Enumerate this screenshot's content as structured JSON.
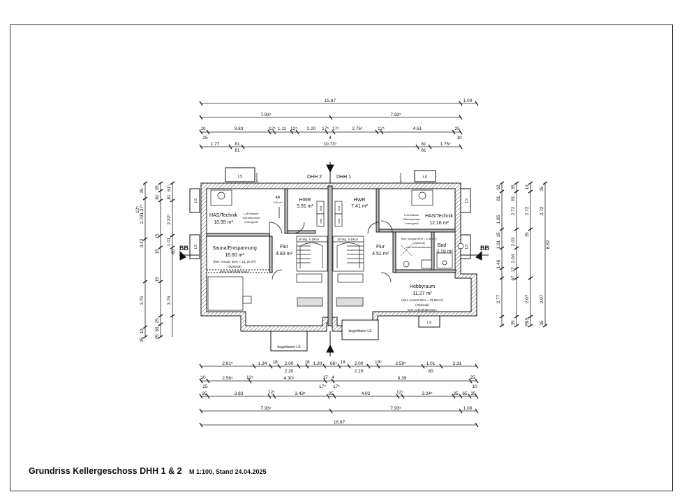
{
  "footer": {
    "title": "Grundriss Kellergeschoss DHH 1 & 2",
    "subtitle": "M 1:100, Stand 24.04.2025"
  },
  "units": {
    "dhh2": "DHH 2",
    "dhh1": "DHH 1"
  },
  "rooms": {
    "has_left": {
      "name": "HAS/Technik",
      "area": "10.35 m²",
      "device": [
        "Luft-Wasser",
        "Wärmepumpe",
        "Innengerät"
      ]
    },
    "hwr_left": {
      "name": "HWR",
      "area": "5.91 m²"
    },
    "ar": {
      "name": "AR",
      "area": "1.61 m²"
    },
    "hwr_right": {
      "name": "HWR",
      "area": "7.41 m²"
    },
    "has_right": {
      "name": "HAS/Technik",
      "area": "12.16 m²",
      "device": [
        "Luft-Wasser",
        "Wärmepumpe",
        "Innengerät"
      ]
    },
    "sauna": {
      "name": "Sauna/Entspannung",
      "area": "16.60 m²",
      "note1": "(hier: Ansatz 50% = 33, 20 m²)",
      "note2": "(Optional)",
      "note3": "kein Aufenthaltsraum"
    },
    "flur_left": {
      "name": "Flur",
      "area": "4.83 m²"
    },
    "flur_right": {
      "name": "Flur",
      "area": "4.51 m²"
    },
    "bad": {
      "name": "Bad",
      "area": "3.19 m²",
      "note1": "(hier: Ansatz 50% = 6,38 m²)",
      "note2": "(Optional)",
      "note3": "kein Aufenthaltsraum"
    },
    "hobby": {
      "name": "Hobbyraum",
      "area": "11.27 m²",
      "note1": "(hier: Ansatz 50% = 22,58 m²)",
      "note2": "(Optional)",
      "note3": "kein Aufenthaltsraum"
    }
  },
  "stairs": {
    "left": "15 Stg. à 19cm",
    "right": "15 Stg. à 19cm"
  },
  "labels": {
    "ls": "LS",
    "begehbar": "begehbarer LS",
    "bb": "BB",
    "speicher": "Speicher",
    "wm": "WM"
  },
  "dims_top": {
    "row1": [
      "15.87",
      "1.00"
    ],
    "row2": [
      "7.93⁵",
      "7.93⁵"
    ],
    "row3": [
      "10",
      "3.83",
      "12⁵",
      "1.11",
      "12⁵",
      "2.20",
      "17⁵",
      "17⁵",
      "2.75⁵",
      "12⁵",
      "4.51",
      "25"
    ],
    "row3b": [
      "25",
      "4",
      "10"
    ],
    "row4": [
      "1.77",
      "81",
      "10.73⁵",
      "81",
      "1.75⁵"
    ],
    "row4b": [
      "81",
      "81"
    ]
  },
  "dims_bottom": {
    "row1": [
      "2.91⁵",
      "1.34",
      "18",
      "2.00",
      "18",
      "1.30",
      "66⁵",
      "18",
      "2.00",
      "19⁵",
      "2.59⁵",
      "1.01",
      "2.31"
    ],
    "row1b": [
      "2.20",
      "2.20",
      "80"
    ],
    "row2": [
      "10",
      "2.56⁵",
      "12⁵",
      "4.30⁵",
      "17",
      "4",
      "8.39",
      "25"
    ],
    "row2b": [
      "25",
      "17⁵",
      "17⁵",
      "10"
    ],
    "row3": [
      "35",
      "3.83",
      "12⁵",
      "3.43⁵",
      "35",
      "4.02",
      "12⁵",
      "3.24⁵",
      "35",
      "65",
      "35"
    ],
    "row4": [
      "7.93⁵",
      "7.93⁵",
      "1.00"
    ],
    "row5": [
      "16.87"
    ]
  },
  "dims_left": {
    "outer": [
      "35",
      "1.37⁵",
      "2.79",
      "3.42",
      "3.75",
      "10",
      "35"
    ],
    "inner": [
      "35",
      "61⁵",
      "81",
      "2.32⁵",
      "1.01",
      "80",
      "3.76",
      "25",
      "65",
      "25"
    ],
    "extra": [
      "12⁵",
      "15",
      "12⁵",
      "15"
    ]
  },
  "dims_right": {
    "outer": [
      "62",
      "2.72",
      "2.04",
      "2.77",
      "35"
    ],
    "inner": [
      "35",
      "10",
      "81",
      "81",
      "1.85",
      "15",
      "1.01",
      "2.03",
      "1.46",
      "17",
      "67",
      "2.07",
      "15",
      "25"
    ],
    "outer2": [
      "35",
      "2.72",
      "15",
      "8.52",
      "2.07",
      "35"
    ]
  }
}
